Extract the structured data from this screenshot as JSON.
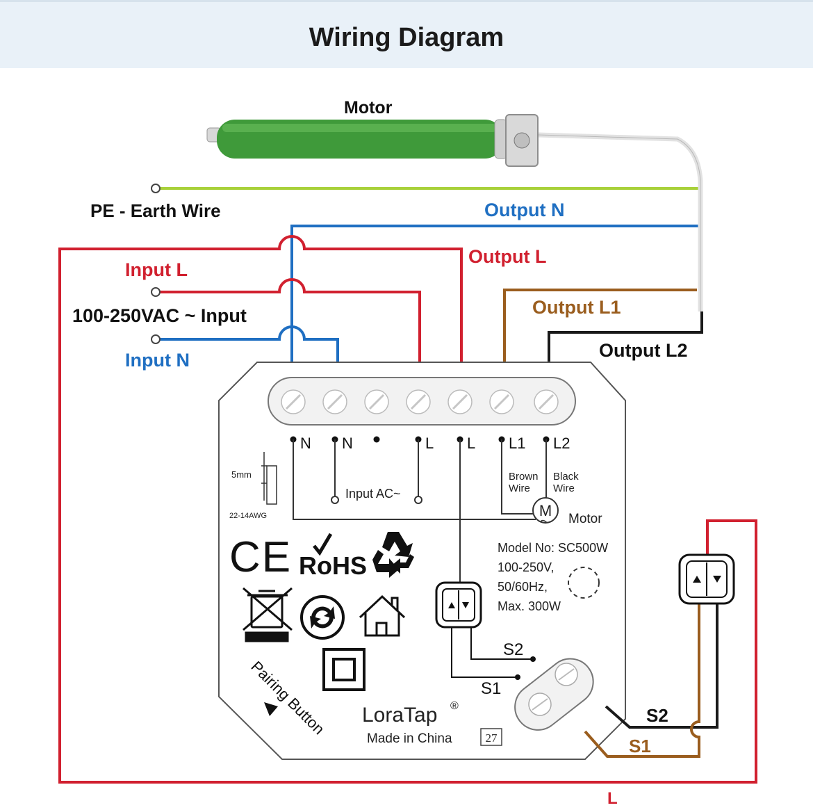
{
  "header": {
    "title": "Wiring Diagram"
  },
  "colors": {
    "live": "#d1202f",
    "neutral": "#1f6fc2",
    "earth": "#a8d13a",
    "brown": "#9a5d1e",
    "black": "#1a1a1a",
    "motor_body": "#3f9a3a"
  },
  "wires": {
    "motor": "Motor",
    "pe_earth": "PE - Earth Wire",
    "output_n": "Output N",
    "output_l": "Output L",
    "input_l": "Input L",
    "input_voltage": "100-250VAC ~ Input",
    "input_n": "Input N",
    "output_l1": "Output L1",
    "output_l2": "Output L2",
    "s1": "S1",
    "s2": "S2",
    "l": "L"
  },
  "device": {
    "terminals": [
      "N",
      "N",
      "",
      "L",
      "L",
      "L1",
      "L2"
    ],
    "input_ac": "Input AC~",
    "brown_wire": [
      "Brown",
      "Wire"
    ],
    "black_wire": [
      "Black",
      "Wire"
    ],
    "motor_label": "Motor",
    "motor_symbol": "M",
    "strip_length": "5mm",
    "awg": "22-14AWG",
    "spec_lines": [
      "Model No: SC500W",
      "100-250V,",
      "50/60Hz,",
      "Max. 300W"
    ],
    "ce_mark": "CE",
    "rohs_mark": "RoHS",
    "switch_s2": "S2",
    "switch_s1": "S1",
    "pairing_button": "Pairing Button",
    "brand": "LoraTap",
    "made_in": "Made in China",
    "code": "27"
  },
  "icons": [
    "recycle-icon",
    "weee-bin-icon",
    "green-dot-icon",
    "indoor-use-icon",
    "double-insulation-icon",
    "switch-icon"
  ]
}
